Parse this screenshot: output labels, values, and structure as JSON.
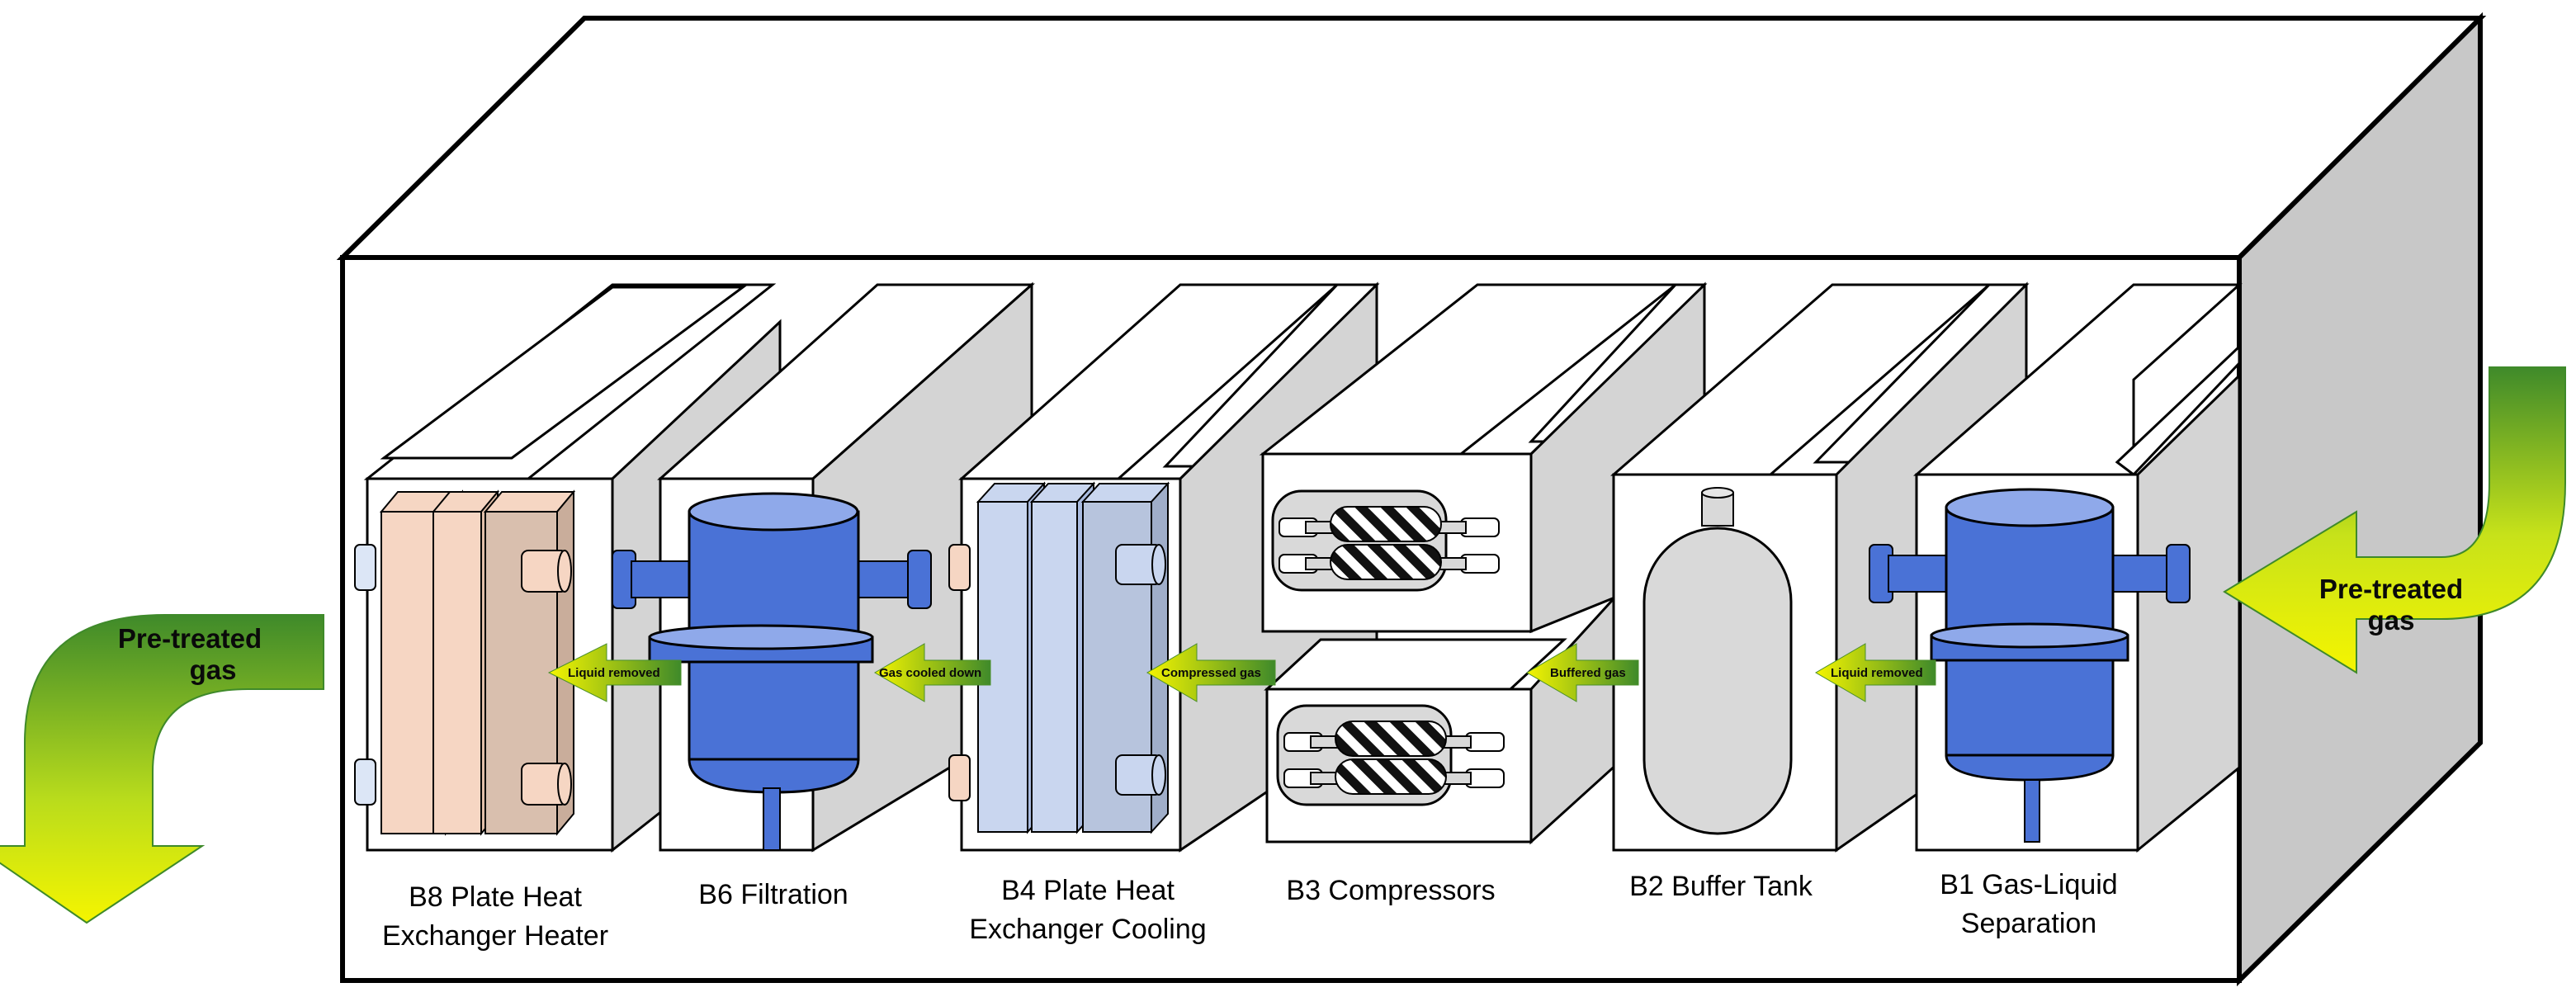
{
  "flow_in": {
    "line1": "Pre-treated",
    "line2": "gas"
  },
  "flow_out": {
    "line1": "Pre-treated",
    "line2": "gas"
  },
  "modules": {
    "b1": {
      "line1": "B1 Gas-Liquid",
      "line2": "Separation"
    },
    "b2": {
      "line1": "B2 Buffer Tank"
    },
    "b3": {
      "line1": "B3 Compressors"
    },
    "b4": {
      "line1": "B4 Plate Heat",
      "line2": "Exchanger Cooling"
    },
    "b6": {
      "line1": "B6 Filtration"
    },
    "b8": {
      "line1": "B8 Plate Heat",
      "line2": "Exchanger Heater"
    }
  },
  "streams": {
    "b1_b2": "Liquid removed",
    "b2_b3": "Buffered gas",
    "b3_b4": "Compressed gas",
    "b4_b6": "Gas cooled down",
    "b6_b8": "Liquid removed"
  },
  "colors": {
    "arrow_dark": "#3f8a2a",
    "arrow_light": "#f5f500",
    "tank_blue": "#4a72d6",
    "tank_top": "#8fa9ea",
    "cooler_plate": "#c9d6ef",
    "heater_plate": "#f6d6c3",
    "casing_side": "#c8c8c8"
  }
}
